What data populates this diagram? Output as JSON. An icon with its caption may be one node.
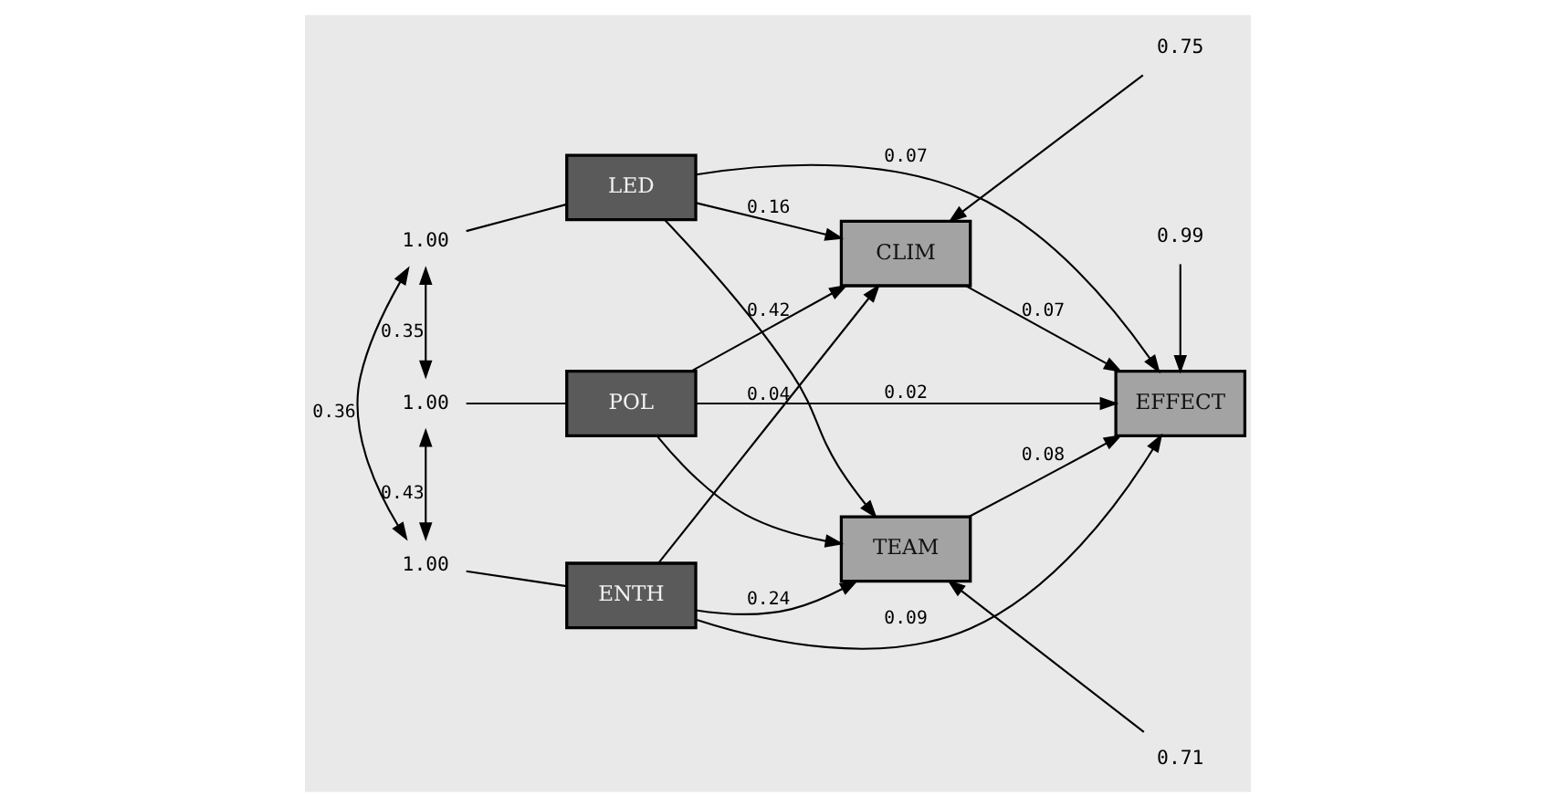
{
  "diagram": {
    "nodes": [
      {
        "text": [
          "EFFECT"
        ]
      },
      {
        "text": [
          "0.99"
        ]
      },
      {
        "text": [
          "1.00"
        ]
      },
      {
        "text": [
          "LED"
        ]
      },
      {
        "text": [
          "1.00"
        ]
      },
      {
        "text": [
          "POL"
        ]
      },
      {
        "text": [
          "CLIM"
        ]
      },
      {
        "text": [
          "0.75"
        ]
      },
      {
        "text": [
          "1.00"
        ]
      },
      {
        "text": [
          "ENTH"
        ]
      },
      {
        "text": [
          "TEAM"
        ]
      },
      {
        "text": [
          "0.71"
        ]
      }
    ],
    "edges": [
      {
        "from": 2,
        "to": 3,
        "arrow": "none"
      },
      {
        "from": 4,
        "to": 5,
        "arrow": "none"
      },
      {
        "from": 8,
        "to": 9,
        "arrow": "none"
      },
      {
        "from": 2,
        "to": 4,
        "arrow": "both",
        "label": "0.35"
      },
      {
        "from": 2,
        "to": 8,
        "arrow": "both",
        "label": "0.36"
      },
      {
        "from": 4,
        "to": 8,
        "arrow": "both",
        "label": "0.43"
      },
      {
        "from": 3,
        "to": 0,
        "arrow": "to",
        "label": "0.07"
      },
      {
        "from": 3,
        "to": 6,
        "arrow": "to",
        "label": "0.16"
      },
      {
        "from": 3,
        "to": 10,
        "arrow": "to"
      },
      {
        "from": 5,
        "to": 0,
        "arrow": "to",
        "label": "0.02"
      },
      {
        "from": 5,
        "to": 6,
        "arrow": "to",
        "label": "0.42"
      },
      {
        "from": 5,
        "to": 10,
        "arrow": "to"
      },
      {
        "from": 9,
        "to": 6,
        "arrow": "to",
        "label": "0.04"
      },
      {
        "from": 9,
        "to": 10,
        "arrow": "to",
        "label": "0.24"
      },
      {
        "from": 9,
        "to": 0,
        "arrow": "to",
        "label": "0.09"
      },
      {
        "from": 6,
        "to": 0,
        "arrow": "to",
        "label": "0.07"
      },
      {
        "from": 10,
        "to": 0,
        "arrow": "to",
        "label": "0.08"
      },
      {
        "from": 7,
        "to": 6,
        "arrow": "to"
      },
      {
        "from": 11,
        "to": 10,
        "arrow": "to"
      },
      {
        "from": 1,
        "to": 0,
        "arrow": "to"
      }
    ]
  }
}
